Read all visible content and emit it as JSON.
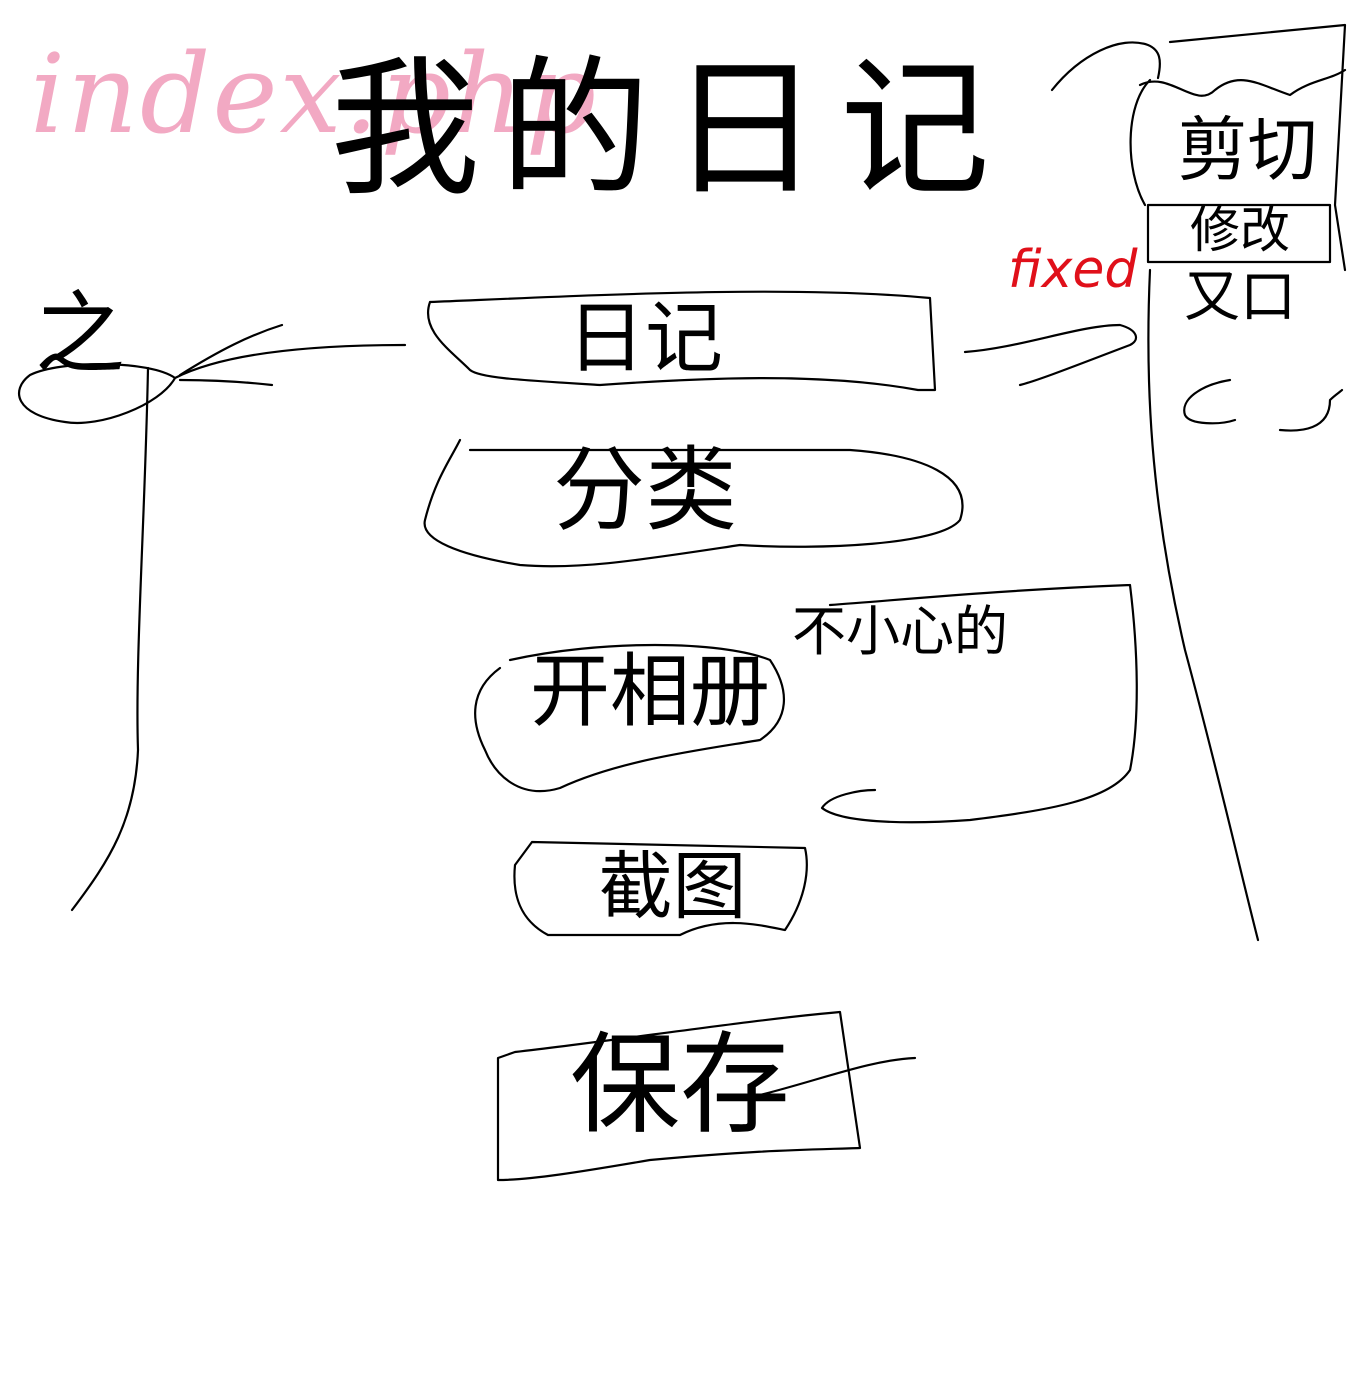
{
  "colors": {
    "pink": "#f2a9c3",
    "red": "#e0101a",
    "ink": "#000000"
  },
  "header": {
    "filename": "index.php",
    "title": "我的日记"
  },
  "menu": {
    "items": [
      {
        "label": "日记"
      },
      {
        "label": "分类"
      },
      {
        "label": "开相册"
      },
      {
        "label": "截图"
      },
      {
        "label": "保存"
      }
    ],
    "side_note": "不小心的"
  },
  "left_widget": {
    "label": "之"
  },
  "right_panel": {
    "title": "剪切",
    "subtitle": "修改",
    "fixed_tag": "fixed",
    "extra": "又口"
  }
}
